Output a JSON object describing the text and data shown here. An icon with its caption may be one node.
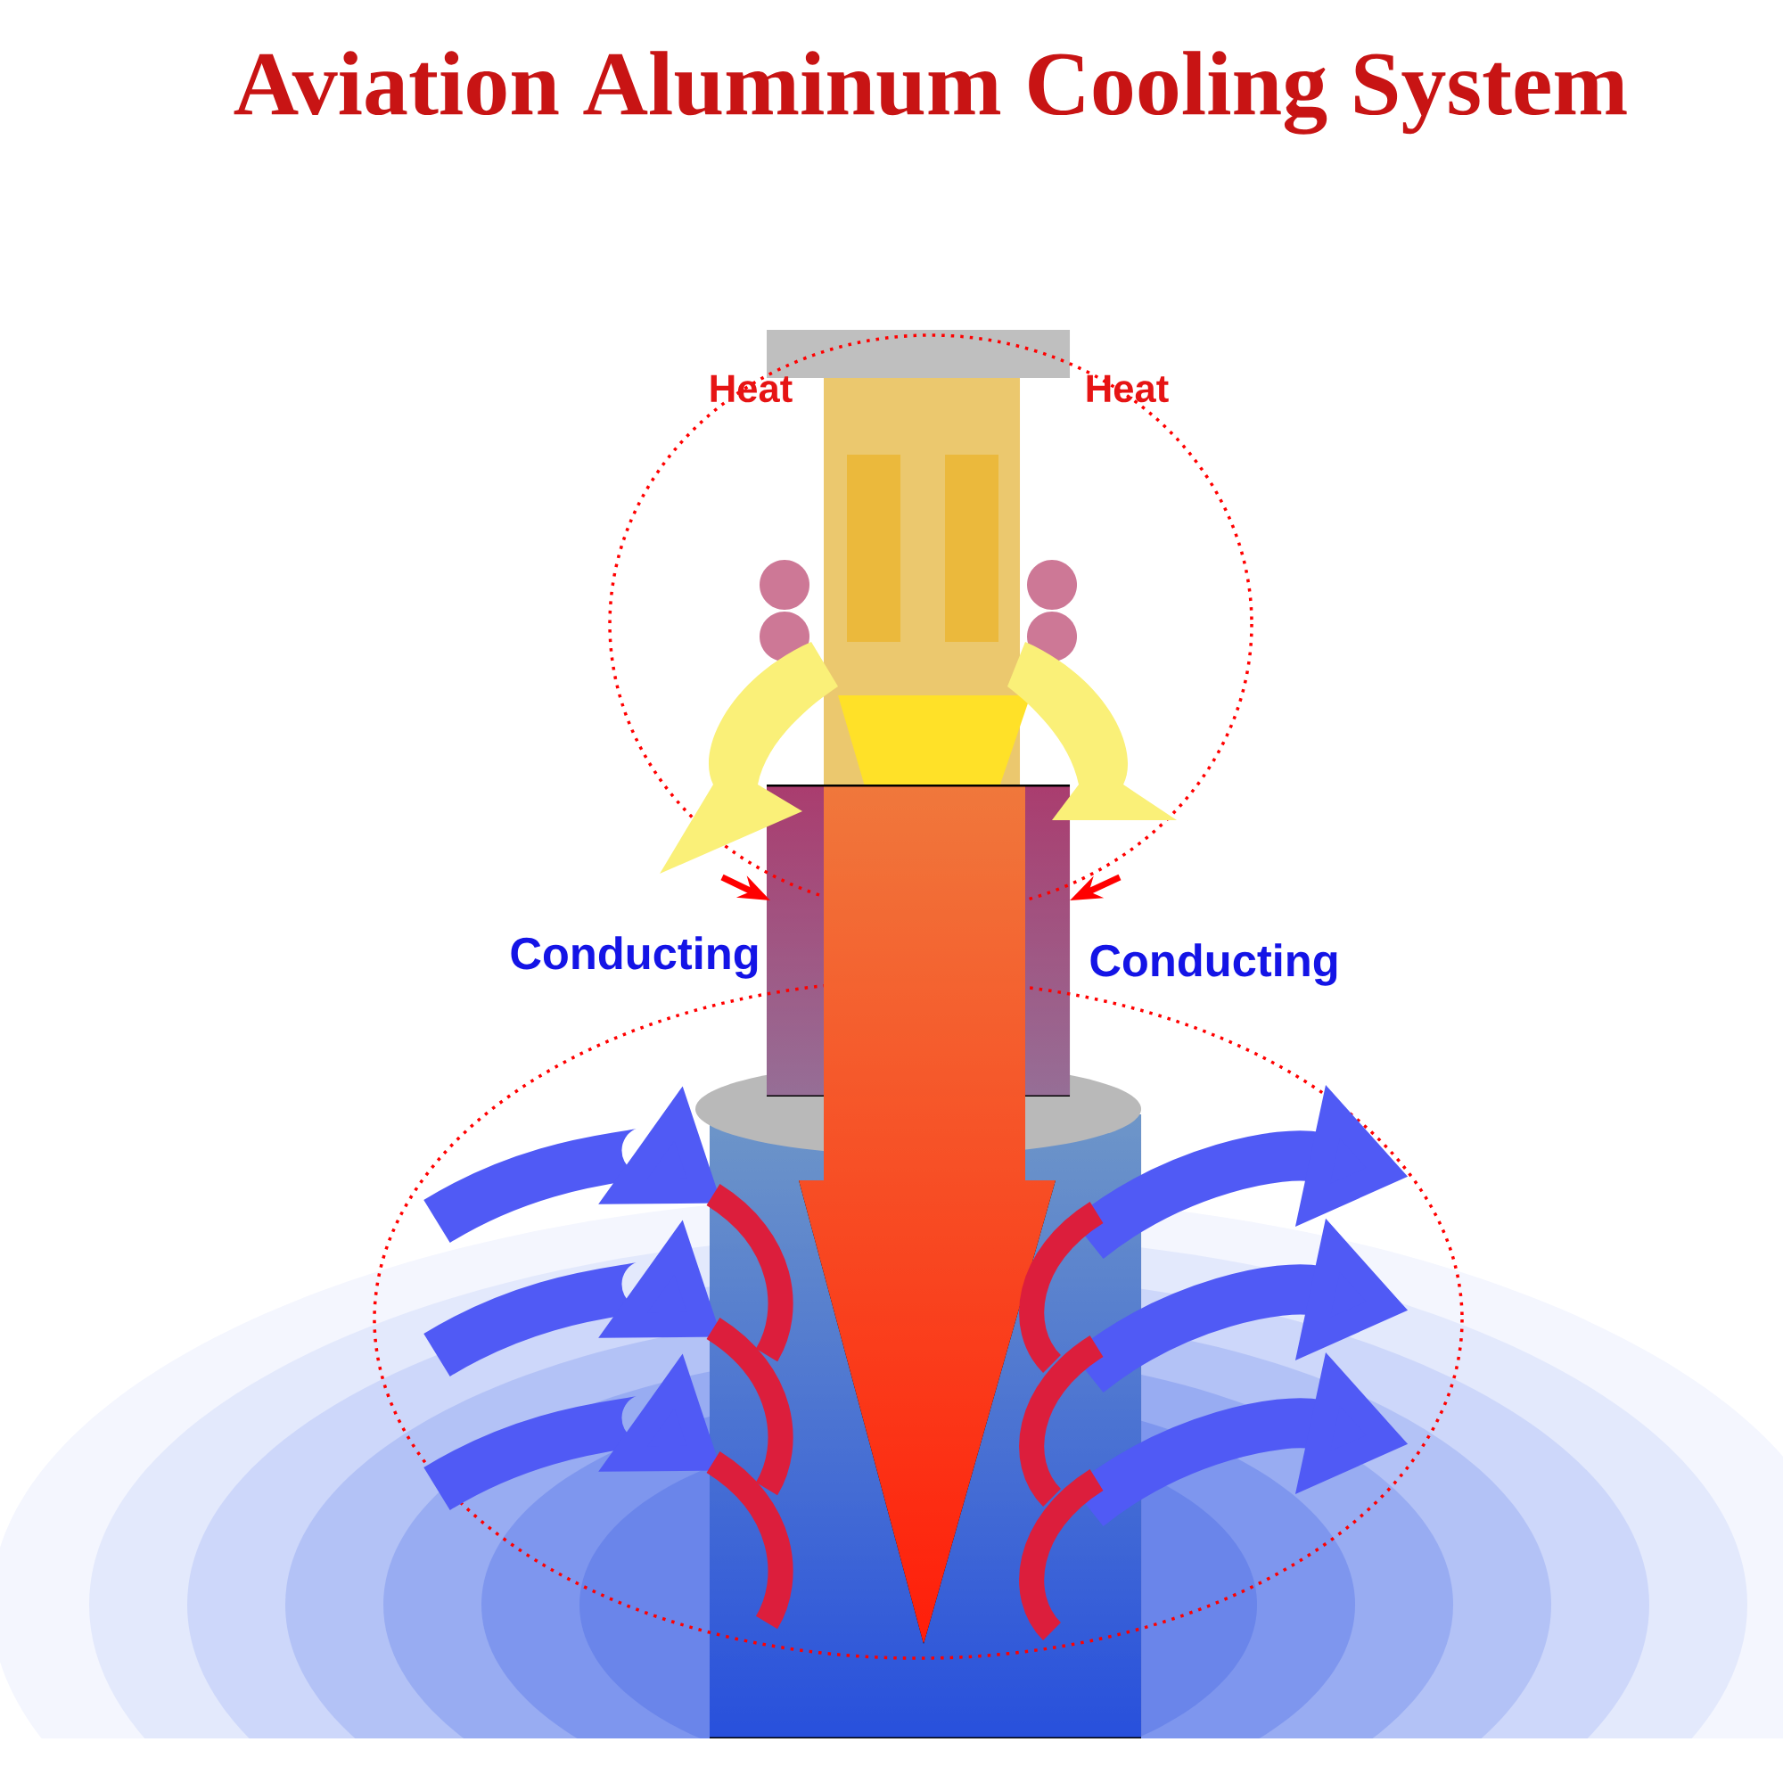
{
  "diagram": {
    "title": "Aviation Aluminum Cooling System",
    "labels": [
      "Heat",
      "Heat",
      "Conducting",
      "Conducting"
    ]
  }
}
